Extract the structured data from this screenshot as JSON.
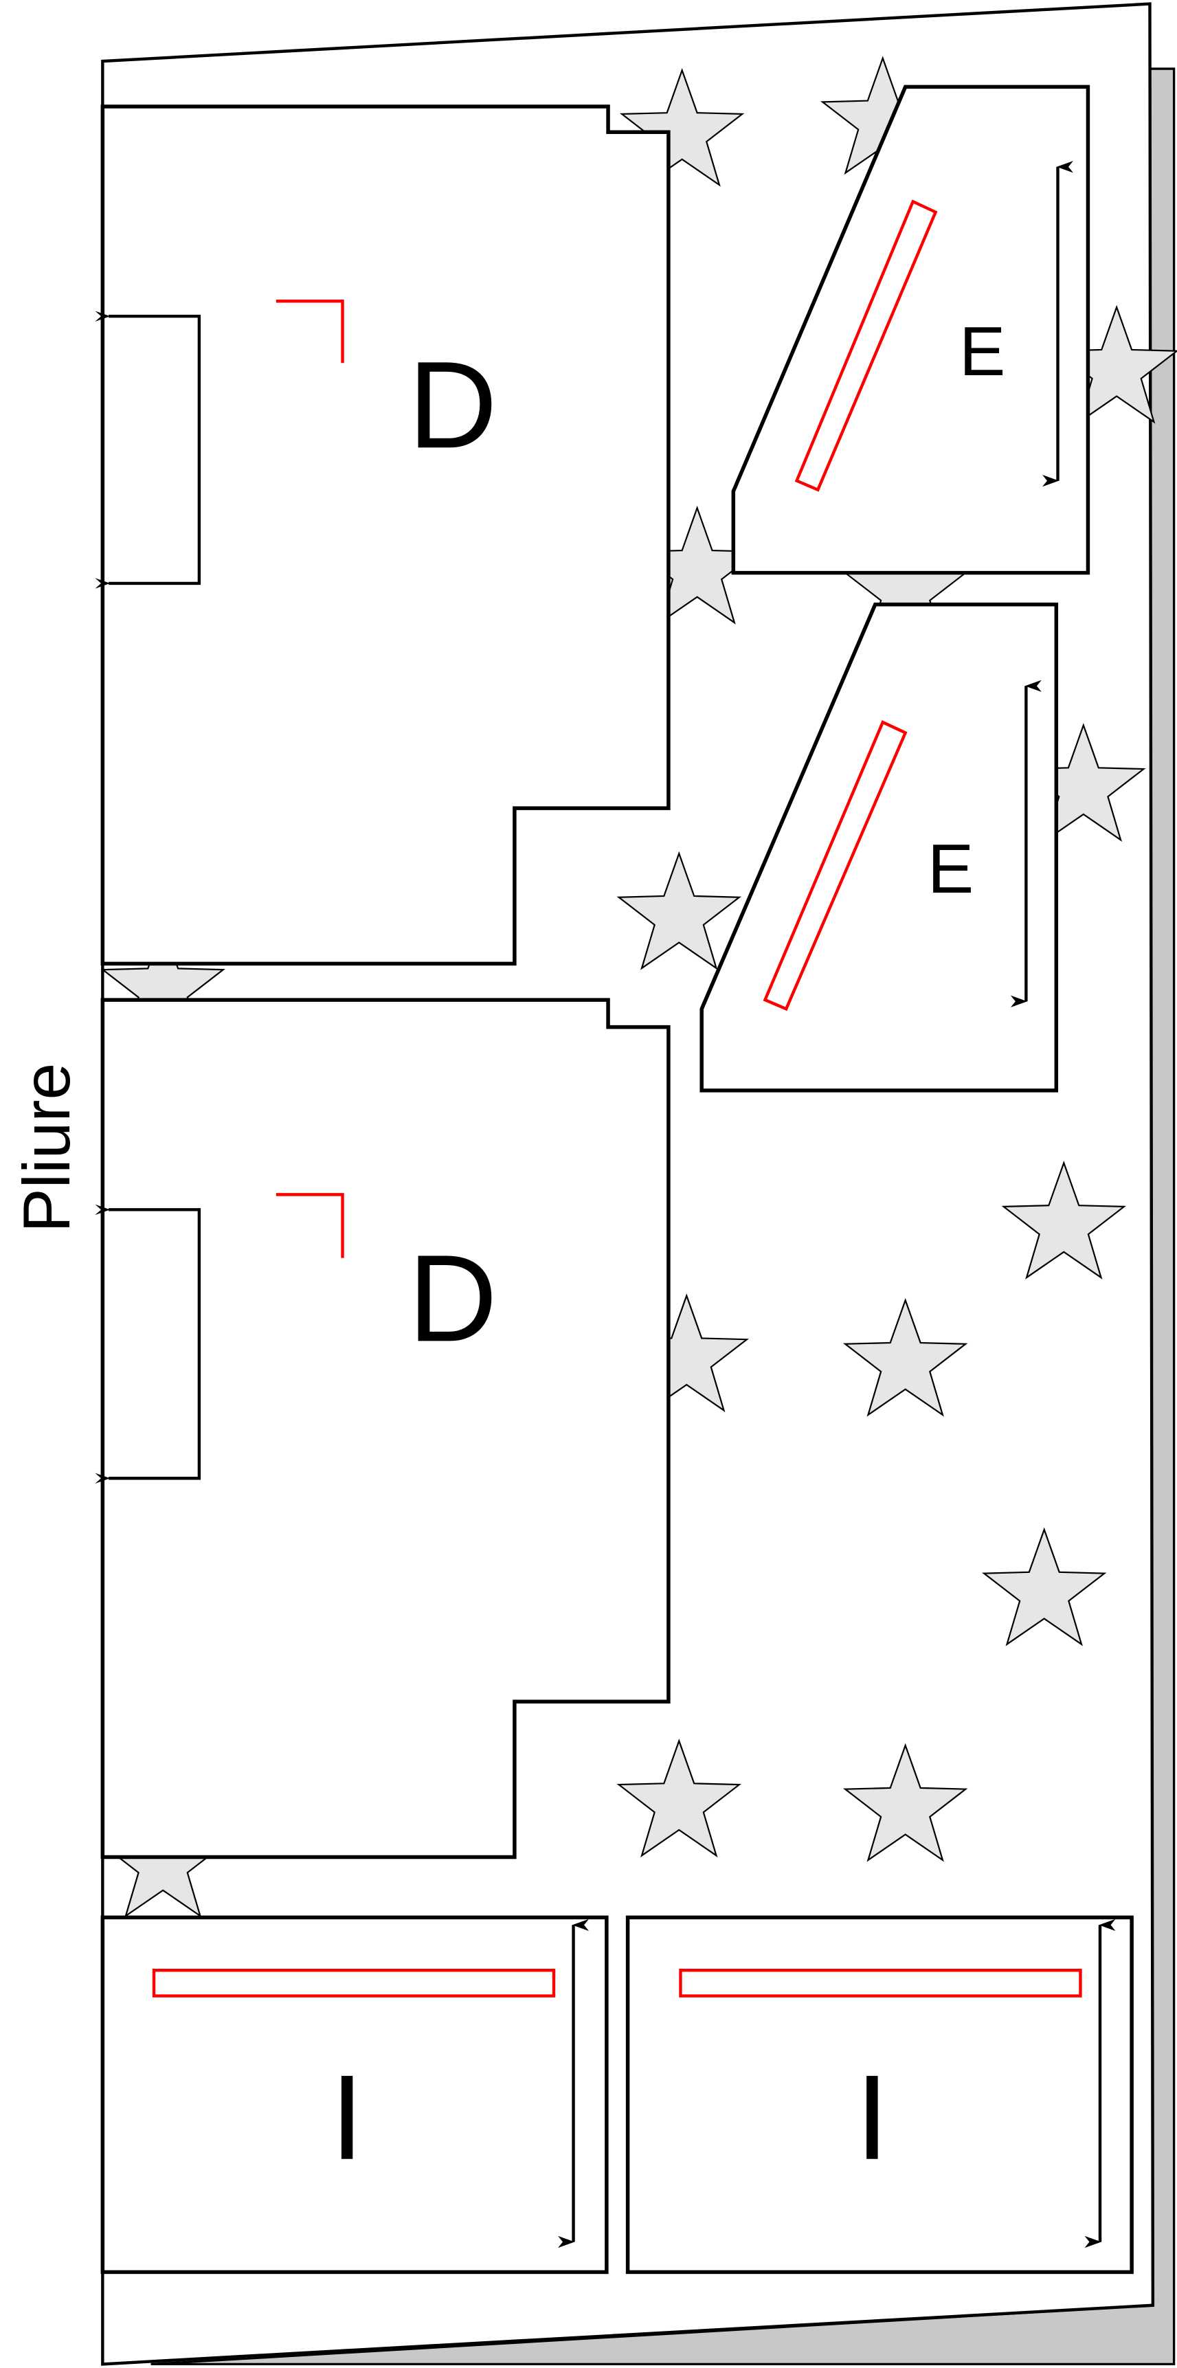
{
  "fold_label": "Pliure",
  "pieces": {
    "d_top": "D",
    "d_bottom": "D",
    "e_top": "E",
    "e_bottom": "E",
    "i_left": "I",
    "i_right": "I"
  },
  "colors": {
    "outline": "#000000",
    "star_fill": "#e6e6e6",
    "shadow": "#c8c8c8",
    "marking": "#ff0000"
  }
}
